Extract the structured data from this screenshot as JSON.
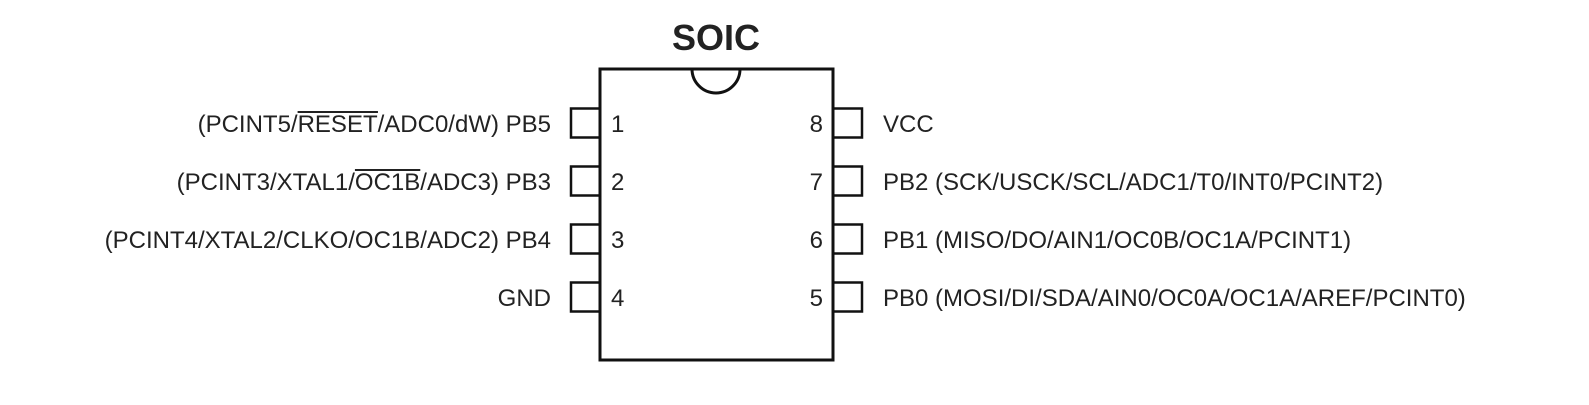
{
  "title": "SOIC",
  "colors": {
    "stroke": "#111111",
    "text": "#222222",
    "background": "#ffffff"
  },
  "left_pins": [
    {
      "number": "1",
      "label": [
        {
          "t": "(PCINT5/"
        },
        {
          "t": "RESET",
          "overline": true
        },
        {
          "t": "/ADC0/dW) PB5"
        }
      ]
    },
    {
      "number": "2",
      "label": [
        {
          "t": "(PCINT3/XTAL1/"
        },
        {
          "t": "OC1B",
          "overline": true
        },
        {
          "t": "/ADC3) PB3"
        }
      ]
    },
    {
      "number": "3",
      "label": [
        {
          "t": "(PCINT4/XTAL2/CLKO/OC1B/ADC2) PB4"
        }
      ]
    },
    {
      "number": "4",
      "label": [
        {
          "t": "GND"
        }
      ]
    }
  ],
  "right_pins": [
    {
      "number": "8",
      "label": [
        {
          "t": "VCC"
        }
      ]
    },
    {
      "number": "7",
      "label": [
        {
          "t": "PB2 (SCK/USCK/SCL/ADC1/T0/INT0/PCINT2)"
        }
      ]
    },
    {
      "number": "6",
      "label": [
        {
          "t": "PB1 (MISO/DO/AIN1/OC0B/OC1A/PCINT1)"
        }
      ]
    },
    {
      "number": "5",
      "label": [
        {
          "t": "PB0 (MOSI/DI/SDA/AIN0/OC0A/OC1A/AREF/PCINT0)"
        }
      ]
    }
  ]
}
